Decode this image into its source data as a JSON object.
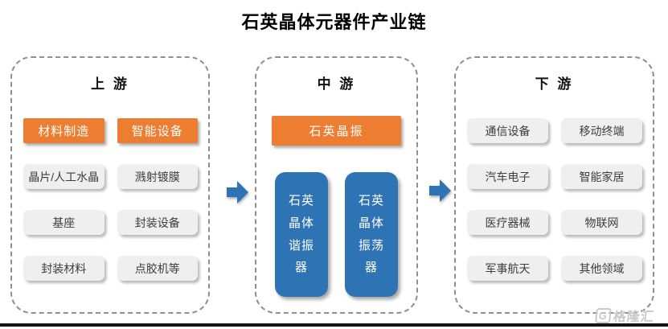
{
  "title": "石英晶体元器件产业链",
  "colors": {
    "orange": "#ED7D31",
    "blue": "#2E74B5",
    "gray_box": "#EFEFEF",
    "box_text": "#3D3D3D",
    "dashed_border": "#8F8F8F",
    "bottom_bar": "#141414",
    "watermark": "#C9C9C9"
  },
  "sections": [
    {
      "id": "upstream",
      "header": "上 游",
      "boxes": [
        {
          "label": "材料制造",
          "style": "orange"
        },
        {
          "label": "智能设备",
          "style": "orange"
        },
        {
          "label": "晶片/人工水晶",
          "style": "gray"
        },
        {
          "label": "溅射镀膜",
          "style": "gray"
        },
        {
          "label": "基座",
          "style": "gray"
        },
        {
          "label": "封装设备",
          "style": "gray"
        },
        {
          "label": "封装材料",
          "style": "gray"
        },
        {
          "label": "点胶机等",
          "style": "gray"
        }
      ]
    },
    {
      "id": "midstream",
      "header": "中 游",
      "top_box": {
        "label": "石英晶振",
        "style": "orange"
      },
      "tall_boxes": [
        {
          "label": "石英晶体谐振器",
          "style": "blue"
        },
        {
          "label": "石英晶体振荡器",
          "style": "blue"
        }
      ]
    },
    {
      "id": "downstream",
      "header": "下 游",
      "boxes": [
        {
          "label": "通信设备",
          "style": "gray"
        },
        {
          "label": "移动终端",
          "style": "gray"
        },
        {
          "label": "汽车电子",
          "style": "gray"
        },
        {
          "label": "智能家居",
          "style": "gray"
        },
        {
          "label": "医疗器械",
          "style": "gray"
        },
        {
          "label": "物联网",
          "style": "gray"
        },
        {
          "label": "军事航天",
          "style": "gray"
        },
        {
          "label": "其他领域",
          "style": "gray"
        }
      ]
    }
  ],
  "arrows": [
    {
      "name": "upstream-to-midstream",
      "direction": "right"
    },
    {
      "name": "midstream-to-downstream",
      "direction": "right"
    }
  ],
  "watermark": {
    "icon_letter": "G",
    "logo_text": "格隆汇"
  }
}
